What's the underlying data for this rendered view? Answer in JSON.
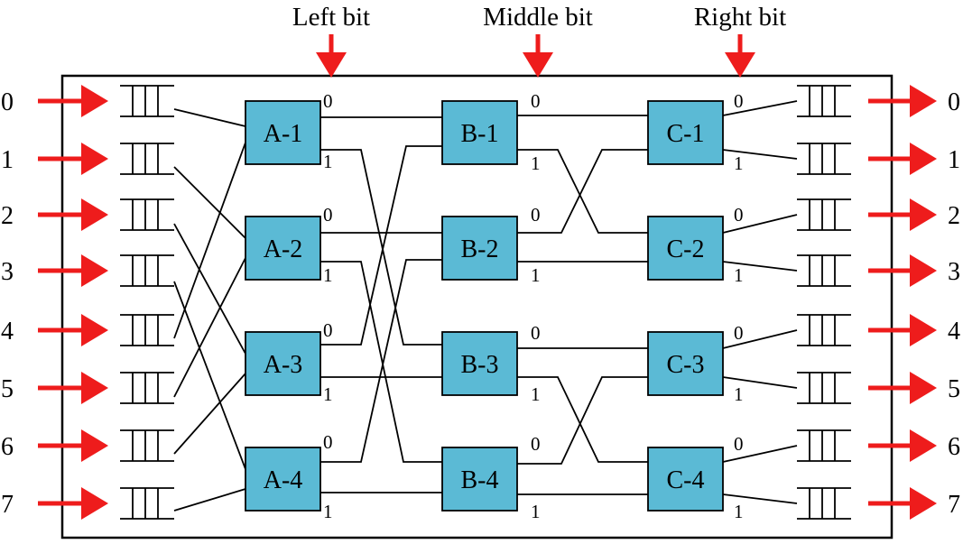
{
  "diagram": {
    "header_labels": [
      "Left bit",
      "Middle bit",
      "Right bit"
    ],
    "input_ports": [
      "0",
      "1",
      "2",
      "3",
      "4",
      "5",
      "6",
      "7"
    ],
    "output_ports": [
      "0",
      "1",
      "2",
      "3",
      "4",
      "5",
      "6",
      "7"
    ],
    "stages": [
      {
        "switches": [
          "A-1",
          "A-2",
          "A-3",
          "A-4"
        ]
      },
      {
        "switches": [
          "B-1",
          "B-2",
          "B-3",
          "B-4"
        ]
      },
      {
        "switches": [
          "C-1",
          "C-2",
          "C-3",
          "C-4"
        ]
      }
    ],
    "output_labels": [
      "0",
      "1"
    ],
    "colors": {
      "switch_fill": "#5bbad5",
      "arrow": "#ee1c1c",
      "line": "#000000"
    }
  }
}
